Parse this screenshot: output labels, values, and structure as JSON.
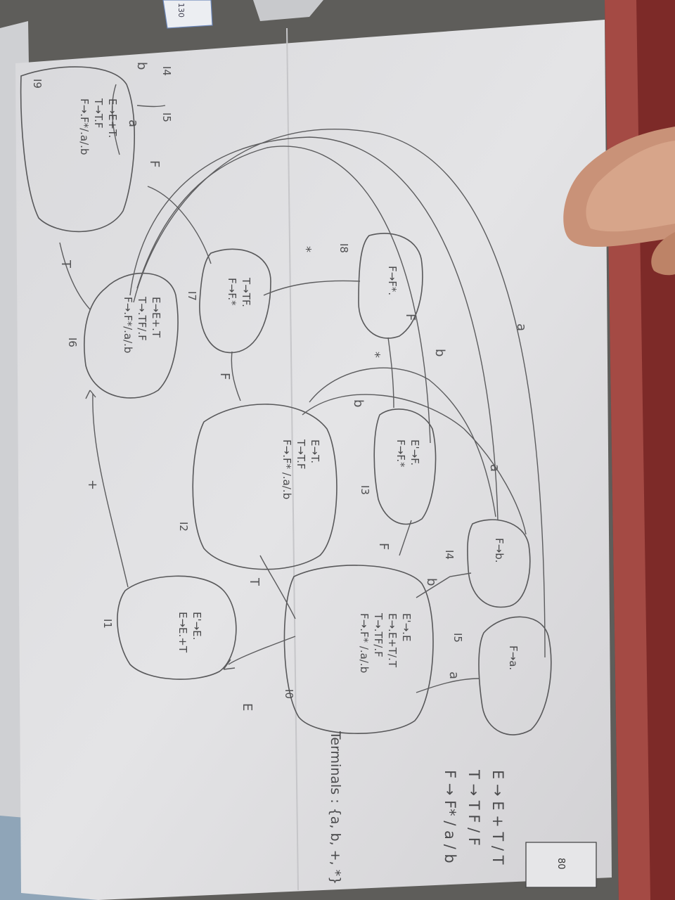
{
  "page_number": "80",
  "corner_number": "130",
  "grammar": [
    "E → E + T / T",
    "T → T F / F",
    "F → F* / a / b"
  ],
  "terminals_label": "Terminals : {a, b, +, *}",
  "states": [
    {
      "id": "I0",
      "label": "I0",
      "items": [
        "E'→.E",
        "E→.E+T/.T",
        "T→.TF/.F",
        "F→.F* /.a/.b"
      ]
    },
    {
      "id": "I1",
      "label": "I1",
      "items": [
        "E'→E.",
        "E→E.+T"
      ]
    },
    {
      "id": "I2",
      "label": "I2",
      "items": [
        "E→T.",
        "T→T.F",
        "F→.F* /.a/.b"
      ]
    },
    {
      "id": "I3",
      "label": "I3",
      "items": [
        "E'→F.",
        "F→F.*"
      ]
    },
    {
      "id": "I4",
      "label": "I4",
      "items": [
        "F→b."
      ]
    },
    {
      "id": "I5",
      "label": "I5",
      "items": [
        "F→a."
      ]
    },
    {
      "id": "I6",
      "label": "I6",
      "items": [
        "E→E+.T",
        "T→.TF/.F",
        "F→.F*/.a/.b"
      ]
    },
    {
      "id": "I7",
      "label": "I7",
      "items": [
        "T→TF.",
        "F→F.*"
      ]
    },
    {
      "id": "I8",
      "label": "I8",
      "items": [
        "F→F*."
      ]
    },
    {
      "id": "I9",
      "label": "I9",
      "items": [
        "E→E+T.",
        "T→T.F",
        "F→.F*/.a/.b"
      ]
    }
  ],
  "transitions": [
    {
      "from": "I0",
      "to": "I1",
      "symbol": "E"
    },
    {
      "from": "I0",
      "to": "I2",
      "symbol": "T"
    },
    {
      "from": "I0",
      "to": "I3",
      "symbol": "F"
    },
    {
      "from": "I0",
      "to": "I4",
      "symbol": "b"
    },
    {
      "from": "I0",
      "to": "I5",
      "symbol": "a"
    },
    {
      "from": "I1",
      "to": "I6",
      "symbol": "+"
    },
    {
      "from": "I2",
      "to": "I7",
      "symbol": "F"
    },
    {
      "from": "I2",
      "to": "I4",
      "symbol": "b"
    },
    {
      "from": "I2",
      "to": "I5",
      "symbol": "a"
    },
    {
      "from": "I3",
      "to": "I8",
      "symbol": "*"
    },
    {
      "from": "I6",
      "to": "I9",
      "symbol": "T"
    },
    {
      "from": "I6",
      "to": "I3",
      "symbol": "F"
    },
    {
      "from": "I6",
      "to": "I4",
      "symbol": "b"
    },
    {
      "from": "I6",
      "to": "I5",
      "symbol": "a"
    },
    {
      "from": "I7",
      "to": "I8",
      "symbol": "*"
    },
    {
      "from": "I9",
      "to": "I7",
      "symbol": "F"
    },
    {
      "from": "I9",
      "to": "I5",
      "symbol": "a"
    },
    {
      "from": "I9",
      "to": "I4",
      "symbol": "b"
    }
  ]
}
